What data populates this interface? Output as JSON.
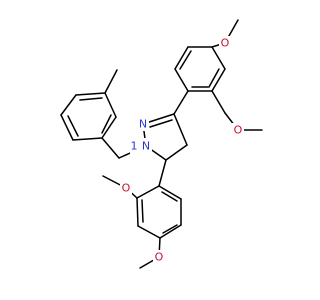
{
  "molecule": {
    "colors": {
      "nitrogen": "#2b35d8",
      "oxygen": "#c8102e",
      "carbon_bond": "#000000"
    },
    "atom_labels": {
      "n1": "N",
      "n1_locant": "1",
      "n2": "N",
      "o_top_a": "O",
      "o_top_b": "O",
      "o_bot_a": "O",
      "o_bot_b": "O"
    }
  }
}
